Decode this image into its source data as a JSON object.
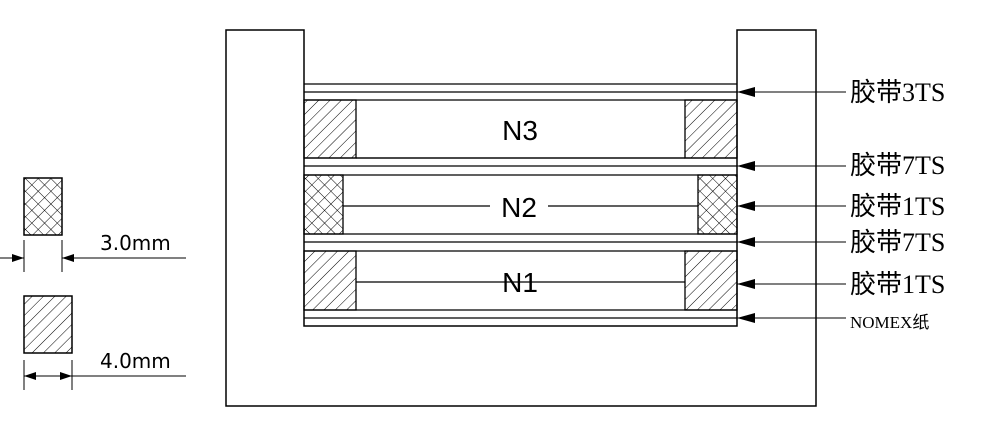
{
  "windings": {
    "n3": "N3",
    "n2": "N2",
    "n1": "N1"
  },
  "labels": {
    "tape_top": "胶带3TS",
    "tape_n3_n2": "胶带7TS",
    "tape_n2": "胶带1TS",
    "tape_n2_n1": "胶带7TS",
    "tape_n1": "胶带1TS",
    "nomex": "NOMEX纸"
  },
  "wires": {
    "wire_a_width": "3.0mm",
    "wire_b_width": "4.0mm"
  }
}
